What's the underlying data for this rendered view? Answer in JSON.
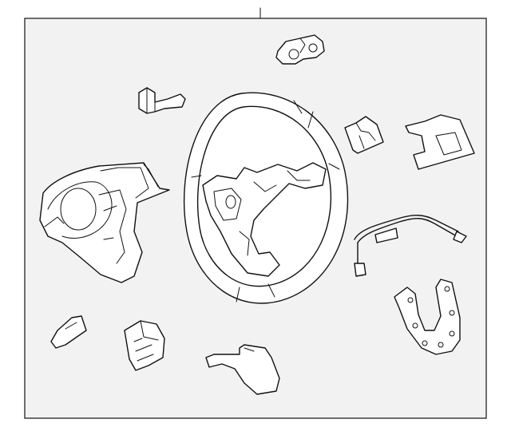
{
  "diagram": {
    "panel_fill": "#f2f2f2",
    "paper_color": "#ffffff",
    "line_color": "#111111",
    "parts": [
      {
        "name": "steering-wheel",
        "icon": "steering-wheel-icon"
      },
      {
        "name": "driver-airbag-back-cover",
        "icon": "airbag-cover-icon"
      },
      {
        "name": "mounting-bracket",
        "icon": "bracket-icon"
      },
      {
        "name": "connector-plug",
        "icon": "plug-icon"
      },
      {
        "name": "control-switch-right",
        "icon": "switch-icon"
      },
      {
        "name": "trim-bezel",
        "icon": "bezel-icon"
      },
      {
        "name": "wiring-harness",
        "icon": "wire-harness-icon"
      },
      {
        "name": "lower-cover",
        "icon": "u-cover-icon"
      },
      {
        "name": "small-clip",
        "icon": "clip-icon"
      },
      {
        "name": "control-switch-left",
        "icon": "switch-icon"
      },
      {
        "name": "trim-strip",
        "icon": "strip-icon"
      }
    ]
  }
}
